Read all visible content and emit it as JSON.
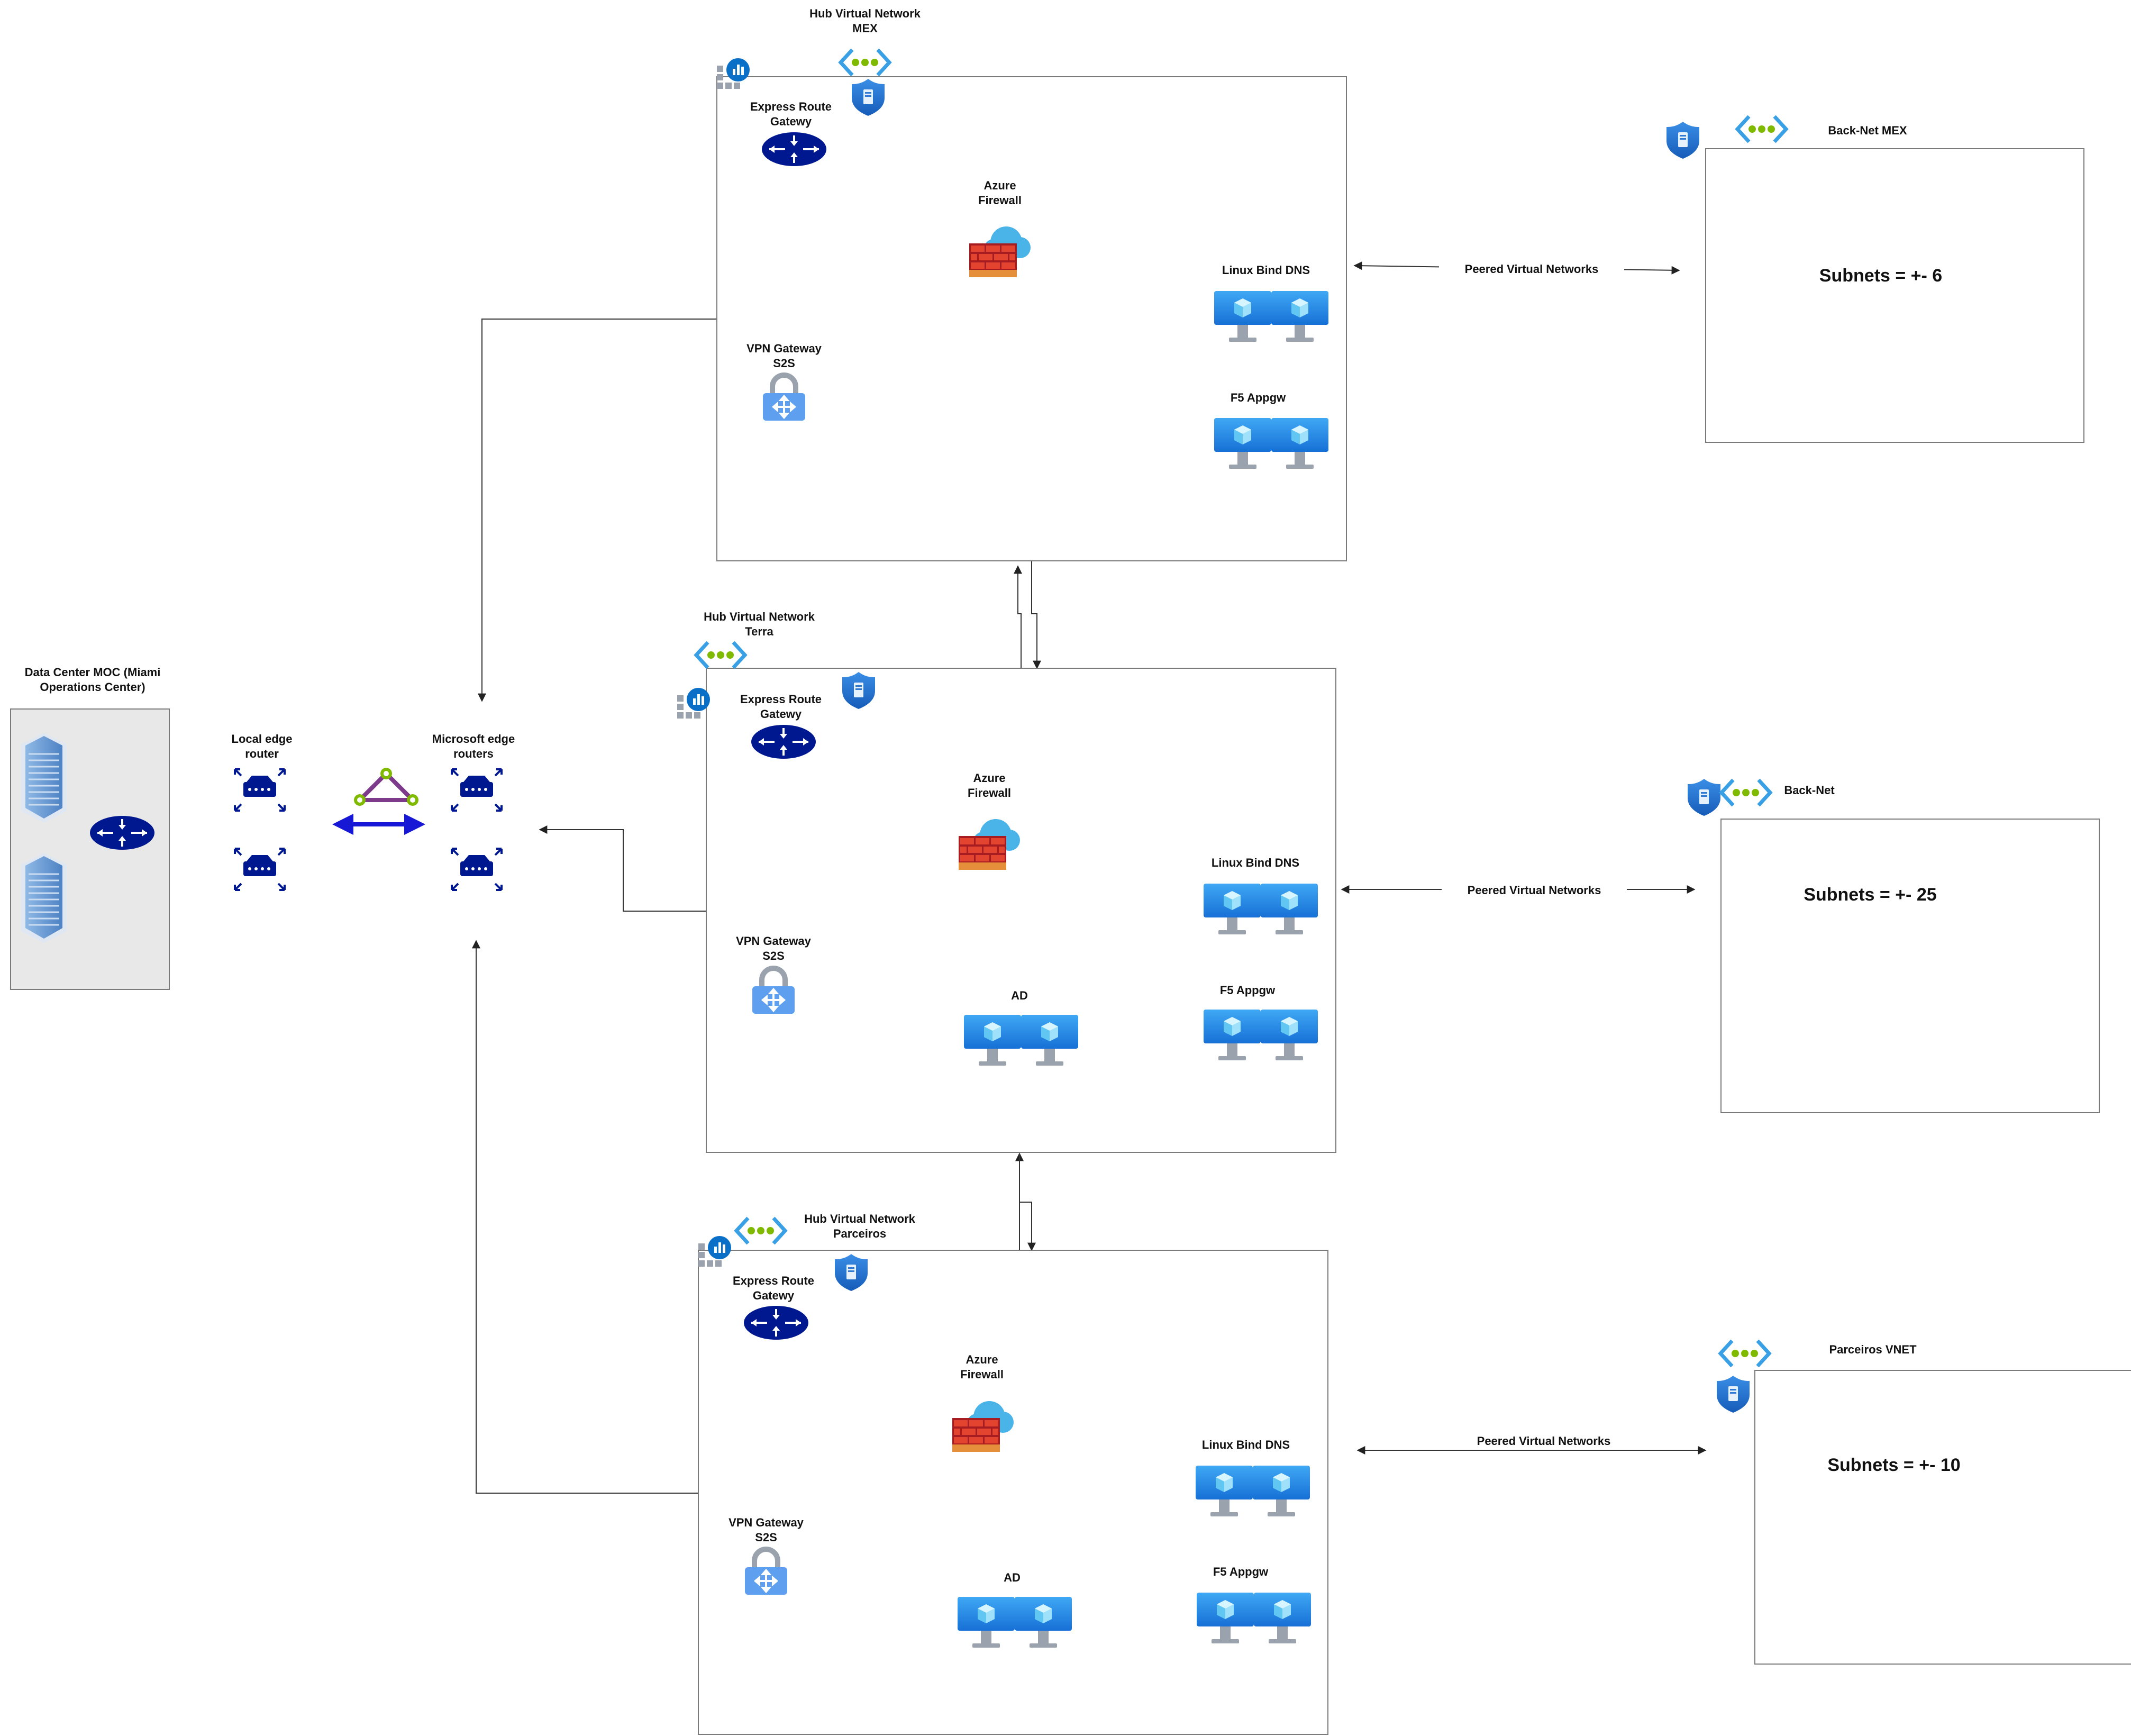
{
  "hubs": [
    {
      "title_line1": "Hub Virtual Network",
      "title_line2": "MEX",
      "express_route": [
        "Express Route",
        "Gatewy"
      ],
      "firewall": [
        "Azure",
        "Firewall"
      ],
      "vpn": [
        "VPN Gateway",
        "S2S"
      ],
      "dns": "Linux Bind DNS",
      "appgw": "F5 Appgw"
    },
    {
      "title_line1": "Hub Virtual Network",
      "title_line2": "Terra",
      "express_route": [
        "Express Route",
        "Gatewy"
      ],
      "firewall": [
        "Azure",
        "Firewall"
      ],
      "vpn": [
        "VPN Gateway",
        "S2S"
      ],
      "dns": "Linux Bind DNS",
      "appgw": "F5 Appgw",
      "ad": "AD"
    },
    {
      "title_line1": "Hub Virtual Network",
      "title_line2": "Parceiros",
      "express_route": [
        "Express Route",
        "Gatewy"
      ],
      "firewall": [
        "Azure",
        "Firewall"
      ],
      "vpn": [
        "VPN Gateway",
        "S2S"
      ],
      "dns": "Linux Bind DNS",
      "appgw": "F5 Appgw",
      "ad": "AD"
    }
  ],
  "spokes": [
    {
      "title": "Back-Net MEX",
      "subnets": "Subnets =  +- 6",
      "peer_label": "Peered Virtual Networks"
    },
    {
      "title": "Back-Net",
      "subnets": "Subnets =  +- 25",
      "peer_label": "Peered Virtual Networks"
    },
    {
      "title": "Parceiros VNET",
      "subnets": "Subnets =  +- 10",
      "peer_label": "Peered Virtual Networks"
    }
  ],
  "onprem": {
    "datacenter": [
      "Data Center MOC (Miami",
      "Operations Center)"
    ],
    "local_edge": [
      "Local edge",
      "router"
    ],
    "ms_edge": [
      "Microsoft edge",
      "routers"
    ]
  },
  "icons": {
    "vnet": "vnet-icon",
    "nsg": "shield-icon",
    "monitor": "monitor-grid-icon",
    "express_route": "express-route-gateway-icon",
    "firewall": "firewall-icon",
    "vpn": "vpn-lock-icon",
    "vm": "virtual-machine-icon",
    "router": "router-icon",
    "server": "server-rack-icon",
    "expressroute_circuit": "expressroute-circuit-icon"
  },
  "colors": {
    "azure_blue": "#0078d4",
    "navy": "#00188f",
    "vnet_green": "#7fba00",
    "firewall_red": "#c0272d",
    "vpn_lightblue": "#5ea0ef",
    "line": "#333333"
  }
}
